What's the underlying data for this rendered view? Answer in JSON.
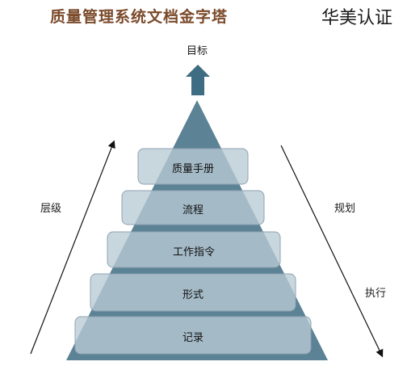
{
  "header": {
    "title": "质量管理系统文档金字塔",
    "brand": "华美认证"
  },
  "goal_label": "目标",
  "side_labels": {
    "left": "层级",
    "right_top": "规划",
    "right_bottom": "执行"
  },
  "tiers": [
    {
      "label": "质量手册"
    },
    {
      "label": "流程"
    },
    {
      "label": "工作指令"
    },
    {
      "label": "形式"
    },
    {
      "label": "记录"
    }
  ],
  "colors": {
    "title": "#7a4a2a",
    "pyramid": "#3e6c82",
    "tier_fill": "#b9cad5",
    "tier_stroke": "#8fa3b1",
    "arrow": "#3e6c82"
  }
}
